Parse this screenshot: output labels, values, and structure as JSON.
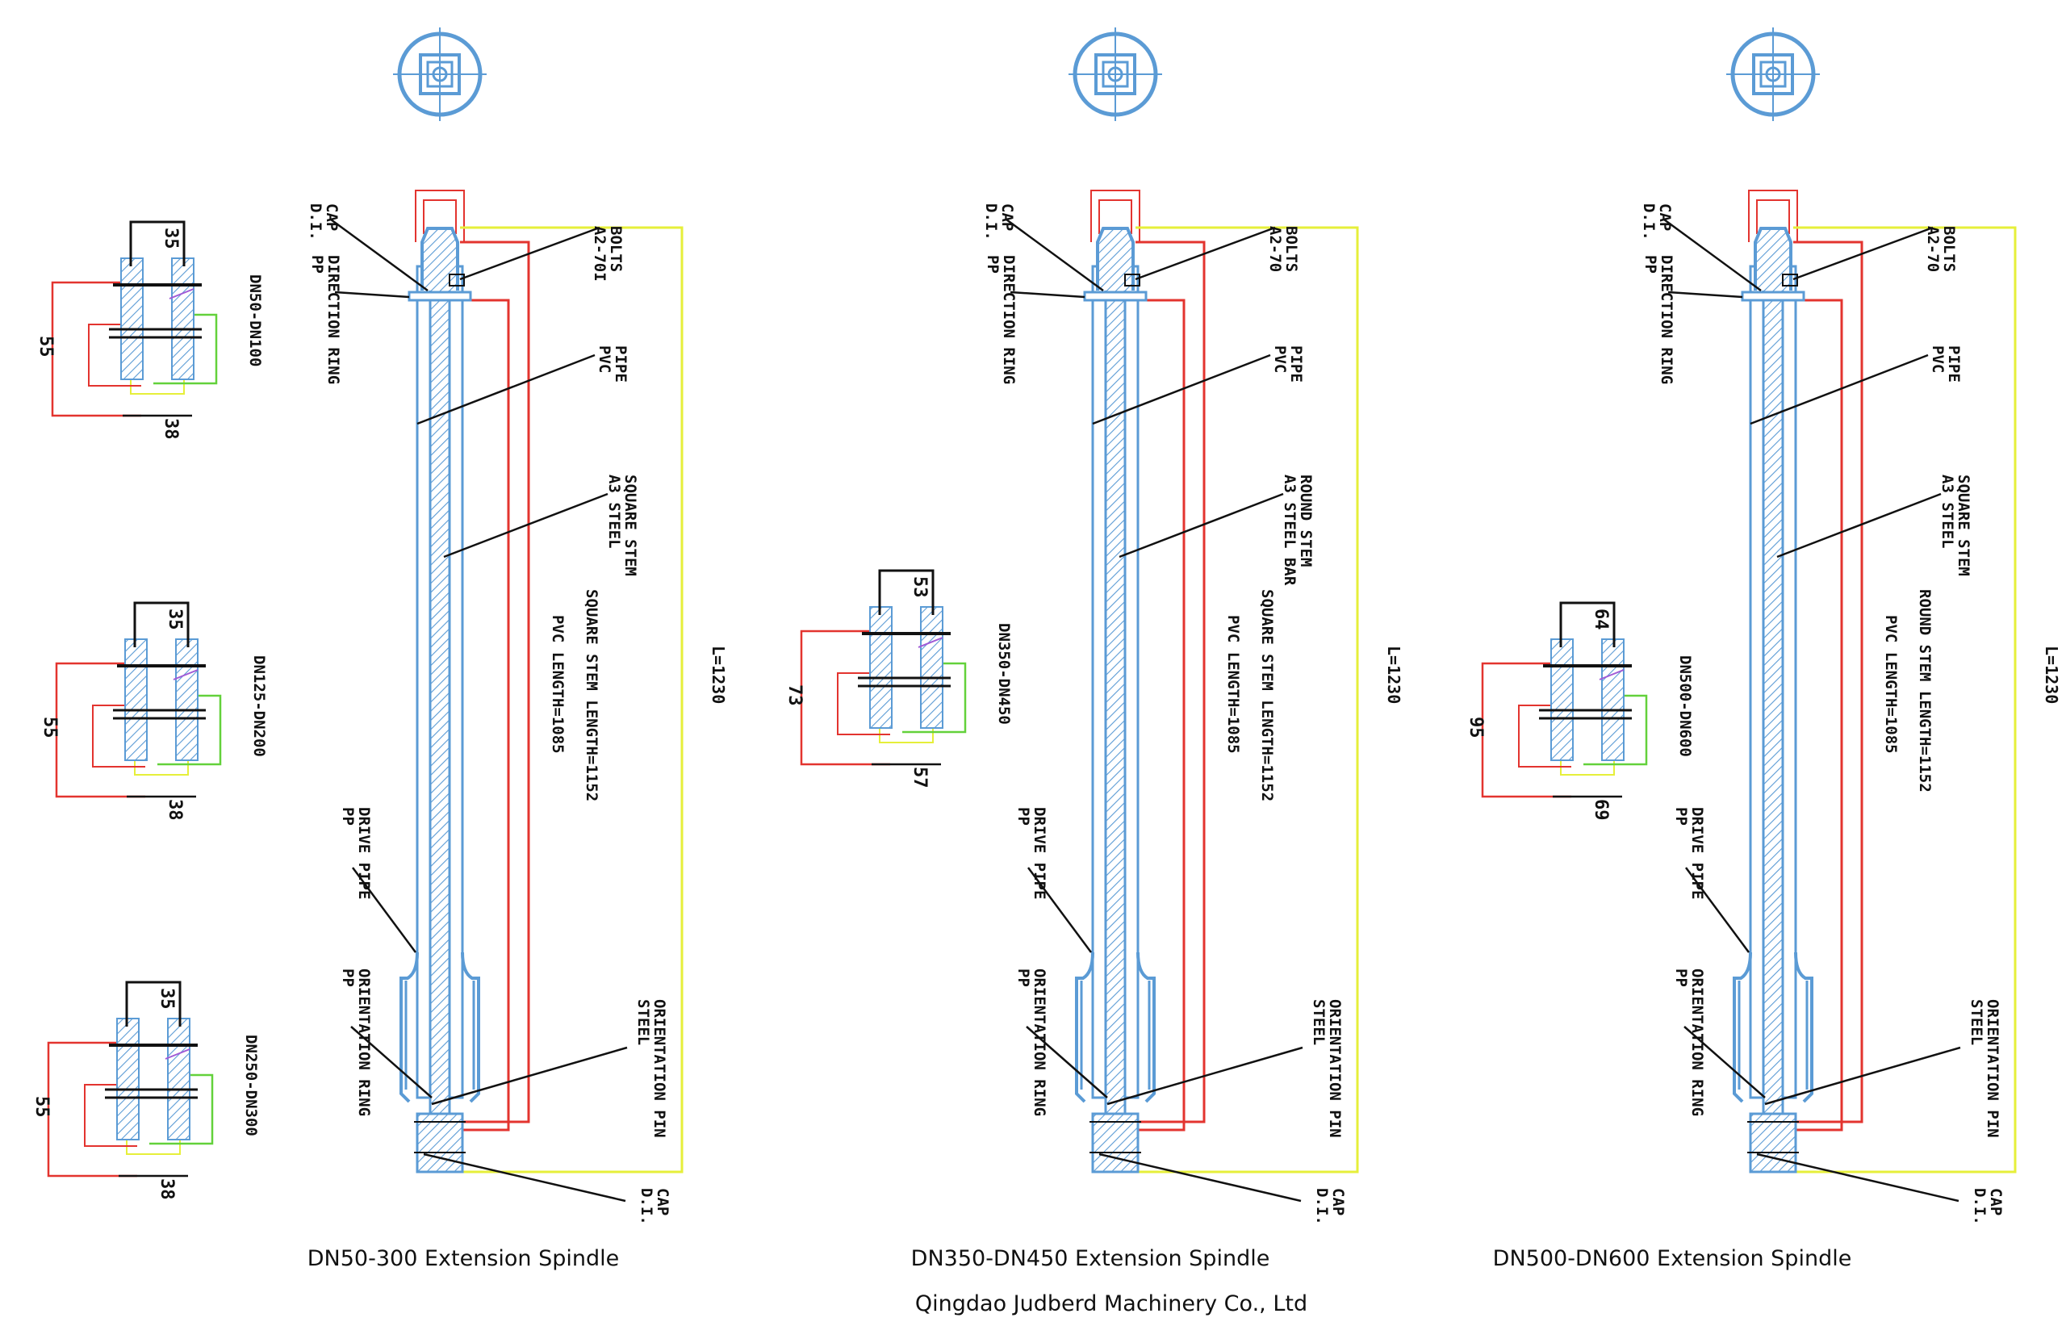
{
  "colors": {
    "blue": "#5b9bd5",
    "red": "#e3342f",
    "yellow": "#e6ef3a",
    "green": "#63d13b",
    "purple": "#a05ad6",
    "black": "#111111"
  },
  "footer": {
    "company": "Qingdao Judberd Machinery Co., Ltd"
  },
  "spindles": [
    {
      "title": "DN50-300 Extension Spindle",
      "lengths": {
        "total": "L=1230",
        "stem": "SQUARE STEM LENGTH=1152",
        "pvc": "PVC LENGTH=1085"
      },
      "labels": {
        "cap_top": [
          "CAP",
          "D.I."
        ],
        "direction_ring": [
          "DIRECTION RING",
          "PP"
        ],
        "bolts": [
          "BOLTS",
          "A2-70I"
        ],
        "pipe": [
          "PIPE",
          "PVC"
        ],
        "stem": [
          "SQUARE STEM",
          "A3 STEEL"
        ],
        "drive_pipe": [
          "DRIVE PIPE",
          "PP"
        ],
        "orientation_ring": [
          "ORIENTATION RING",
          "PP"
        ],
        "orientation_pin": [
          "ORIENTATION PIN",
          "STEEL"
        ],
        "cap_bottom": [
          "CAP",
          "D.I."
        ]
      },
      "details": [
        {
          "range": "DN50-DN100",
          "top": "35",
          "side": "55",
          "bottom": "38"
        },
        {
          "range": "DN125-DN200",
          "top": "35",
          "side": "55",
          "bottom": "38"
        },
        {
          "range": "DN250-DN300",
          "top": "35",
          "side": "55",
          "bottom": "38"
        }
      ]
    },
    {
      "title": "DN350-DN450 Extension Spindle",
      "lengths": {
        "total": "L=1230",
        "stem": "SQUARE STEM LENGTH=1152",
        "pvc": "PVC LENGTH=1085"
      },
      "labels": {
        "cap_top": [
          "CAP",
          "D.I."
        ],
        "direction_ring": [
          "DIRECTION RING",
          "PP"
        ],
        "bolts": [
          "BOLTS",
          "A2-70"
        ],
        "pipe": [
          "PIPE",
          "PVC"
        ],
        "stem": [
          "ROUND STEM",
          "A3 STEEL BAR"
        ],
        "drive_pipe": [
          "DRIVE PIPE",
          "PP"
        ],
        "orientation_ring": [
          "ORIENTATION RING",
          "PP"
        ],
        "orientation_pin": [
          "ORIENTATION PIN",
          "STEEL"
        ],
        "cap_bottom": [
          "CAP",
          "D.I."
        ]
      },
      "details": [
        {
          "range": "DN350-DN450",
          "top": "53",
          "side": "73",
          "bottom": "57"
        }
      ]
    },
    {
      "title": "DN500-DN600 Extension Spindle",
      "lengths": {
        "total": "L=1230",
        "stem": "ROUND STEM LENGTH=1152",
        "pvc": "PVC LENGTH=1085"
      },
      "labels": {
        "cap_top": [
          "CAP",
          "D.I."
        ],
        "direction_ring": [
          "DIRECTION RING",
          "PP"
        ],
        "bolts": [
          "BOLTS",
          "A2-70"
        ],
        "pipe": [
          "PIPE",
          "PVC"
        ],
        "stem": [
          "SQUARE STEM",
          "A3 STEEL"
        ],
        "drive_pipe": [
          "DRIVE PIPE",
          "PP"
        ],
        "orientation_ring": [
          "ORIENTATION RING",
          "PP"
        ],
        "orientation_pin": [
          "ORIENTATION PIN",
          "STEEL"
        ],
        "cap_bottom": [
          "CAP",
          "D.I."
        ]
      },
      "details": [
        {
          "range": "DN500-DN600",
          "top": "64",
          "side": "95",
          "bottom": "69"
        }
      ]
    }
  ]
}
